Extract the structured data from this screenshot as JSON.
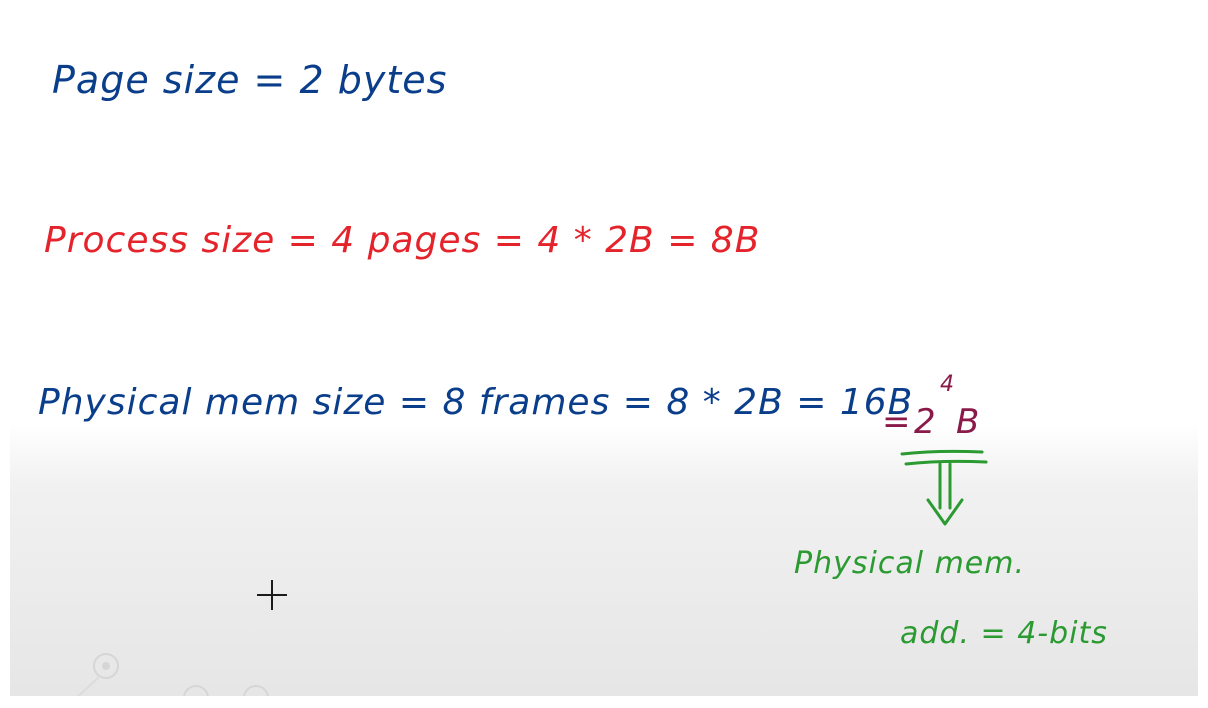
{
  "lines": {
    "page_size": "Page size = 2 bytes",
    "process_size": "Process size = 4 pages = 4 * 2B = 8B",
    "physical_mem_size": "Physical mem size = 8 frames = 8 * 2B = 16B"
  },
  "equation": {
    "sign": "=",
    "base": "2",
    "exponent": "4",
    "unit": "B"
  },
  "note": {
    "line1": "Physical mem.",
    "line2": "add. = 4-bits"
  },
  "colors": {
    "blue_ink": "#0b3e8a",
    "red_ink": "#e4232b",
    "green_ink": "#2a9a31",
    "purple_ink": "#8a1a4a"
  },
  "icons": {
    "cursor": "crosshair-plus-icon",
    "faded_toolbar": "faded-pen-tools-icon"
  }
}
